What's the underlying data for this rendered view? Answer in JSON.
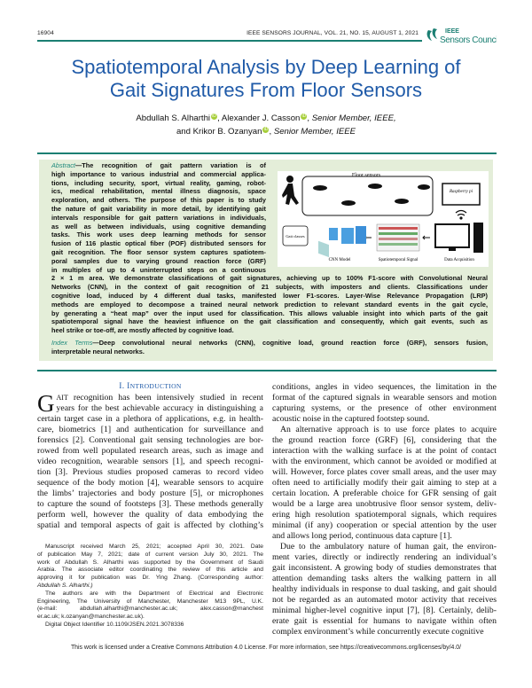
{
  "header": {
    "page_number": "16904",
    "journal": "IEEE SENSORS JOURNAL, VOL. 21, NO. 15, AUGUST 1, 2021",
    "logo_top": "IEEE",
    "logo_bottom": "Sensors Council"
  },
  "title": {
    "line1": "Spatiotemporal Analysis by Deep Learning of",
    "line2": "Gait Signatures From Floor Sensors"
  },
  "authors": [
    {
      "name": "Abdullah S. Alharthi",
      "suffix": ", "
    },
    {
      "name": "Alexander J. Casson",
      "suffix": ", ",
      "role": "Senior Member, IEEE,"
    },
    {
      "name": "and Krikor B. Ozanyan",
      "suffix": ", ",
      "role": "Senior Member, IEEE"
    }
  ],
  "abstract": {
    "label": "Abstract",
    "narrow_lines": [
      "—The recognition of gait pattern variation is of",
      "high importance to various industrial and commercial applica-",
      "tions, including security, sport, virtual reality, gaming, robot-",
      "ics, medical rehabilitation, mental illness diagnosis, space",
      "exploration, and others. The purpose of this paper is to study",
      "the nature of gait variability in more detail, by identifying gait",
      "intervals responsible for gait pattern variations in individuals,",
      "as well as between individuals, using cognitive demanding",
      "tasks. This work uses deep learning methods for sensor",
      "fusion of 116 plastic optical fiber (POF) distributed sensors for",
      "gait recognition. The floor sensor system captures spatiotem-",
      "poral samples due to varying ground reaction force (GRF)",
      "in multiples of up to 4 uninterrupted steps on a continuous"
    ],
    "wide_lines": [
      "2 × 1 m area. We demonstrate classifications of gait signatures, achieving up to 100% F1-score with Convolutional Neural",
      "Networks (CNN), in the context of gait recognition of 21 subjects, with imposters and clients. Classifications under",
      "cognitive load, induced by 4 different dual tasks, manifested lower F1-scores. Layer-Wise Relevance Propagation (LRP)",
      "methods are employed to decompose a trained neural network prediction to relevant standard events in the gait cycle,",
      "by generating a “heat map” over the input used for classification. This allows valuable insight into which parts of the gait",
      "spatiotemporal signal have the heaviest influence on the gait classification and consequently, which gait events, such as",
      "heel strike or toe-off, are mostly affected by cognitive load."
    ]
  },
  "index_terms": {
    "label": "Index Terms",
    "lines": [
      "—Deep convolutional neural networks (CNN), cognitive load, ground reaction force (GRF), sensors fusion,",
      "interpretable neural networks."
    ]
  },
  "figure": {
    "floor_label": "Floor sensors",
    "pi_label": "Raspberry pi",
    "classes_label": "Gait classes",
    "cnn_label": "CNN Model",
    "signal_label": "Spatiotemporal Signal",
    "daq_label": "Data Acquisition"
  },
  "section": {
    "numeral": "I. I",
    "title_rest": "NTRODUCTION"
  },
  "left_body": {
    "dropcap": "G",
    "first_smallcaps": "AIT",
    "lines": [
      " recognition has been intensively studied in recent",
      "years for the best achievable accuracy in distinguishing a",
      "certain target case in a plethora of applications, e.g. in health-",
      "care, biometrics [1] and authentication for surveillance and",
      "forensics [2]. Conventional gait sensing technologies are bor-",
      "rowed from well populated research areas, such as image and",
      "video recognition, wearable sensors [1], and speech recogni-",
      "tion [3]. Previous studies proposed cameras to record video",
      "sequence of the body motion [4], wearable sensors to acquire",
      "the limbs’ trajectories and body posture [5], or microphones",
      "to capture the sound of footsteps [3]. These methods generally",
      "perform well, however the quality of data embodying the",
      "spatial and temporal aspects of gait is affected by clothing’s"
    ]
  },
  "right_body": {
    "paragraphs": [
      [
        "conditions, angles in video sequences, the limitation in the",
        "format of the captured signals in wearable sensors and motion",
        "capturing systems, or the presence of other environment",
        "acoustic noise in the captured footstep sound."
      ],
      [
        "An alternative approach is to use force plates to acquire",
        "the ground reaction force (GRF) [6], considering that the",
        "interaction with the walking surface is at the point of contact",
        "with the environment, which cannot be avoided or modified at",
        "will. However, force plates cover small areas, and the user may",
        "often need to artificially modify their gait aiming to step at a",
        "certain location. A preferable choice for GFR sensing of gait",
        "would be a large area unobtrusive floor sensor system, deliv-",
        "ering high resolution spatiotemporal signals, which requires",
        "minimal (if any) cooperation or special attention by the user",
        "and allows long period, continuous data capture [1]."
      ],
      [
        "Due to the ambulatory nature of human gait, the environ-",
        "ment varies, directly or indirectly rendering an individual’s",
        "gait inconsistent. A growing body of studies demonstrates that",
        "attention demanding tasks alters the walking pattern in all",
        "healthy individuals in response to dual tasking, and gait should",
        "not be regarded as an automated motor activity that receives",
        "minimal higher-level cognitive input [7], [8]. Certainly, delib-",
        "erate gait is essential for humans to navigate within often",
        "complex environment’s while concurrently execute cognitive"
      ]
    ]
  },
  "footnotes": {
    "paragraphs": [
      [
        "Manuscript received March 25, 2021; accepted April 30, 2021. Date",
        "of publication May 7, 2021; date of current version July 30, 2021. The",
        "work of Abdullah S. Alharthi was supported by the Government of Saudi",
        "Arabia. The associate editor coordinating the review of this article and",
        "approving it for publication was Dr. Ying Zhang. (Corresponding author:",
        "Abdullah S. Alharthi.)"
      ],
      [
        "The authors are with the Department of Electrical and Electronic",
        "Engineering, The University of Manchester, Manchester M13 9PL, U.K.",
        "(e-mail: abdullah.alharthi@manchester.ac.uk; alex.casson@manchest",
        "er.ac.uk; k.ozanyan@manchester.ac.uk)."
      ],
      [
        "Digital Object Identifier 10.1109/JSEN.2021.3078336"
      ]
    ]
  },
  "footer": "This work is licensed under a Creative Commons Attribution 4.0 License. For more information, see https://creativecommons.org/licenses/by/4.0/",
  "colors": {
    "title": "#1f5aa8",
    "rule": "#1b7f73",
    "abstract_bg": "#e4eed9",
    "label": "#1f8a7c",
    "orcid": "#a6ce39"
  }
}
